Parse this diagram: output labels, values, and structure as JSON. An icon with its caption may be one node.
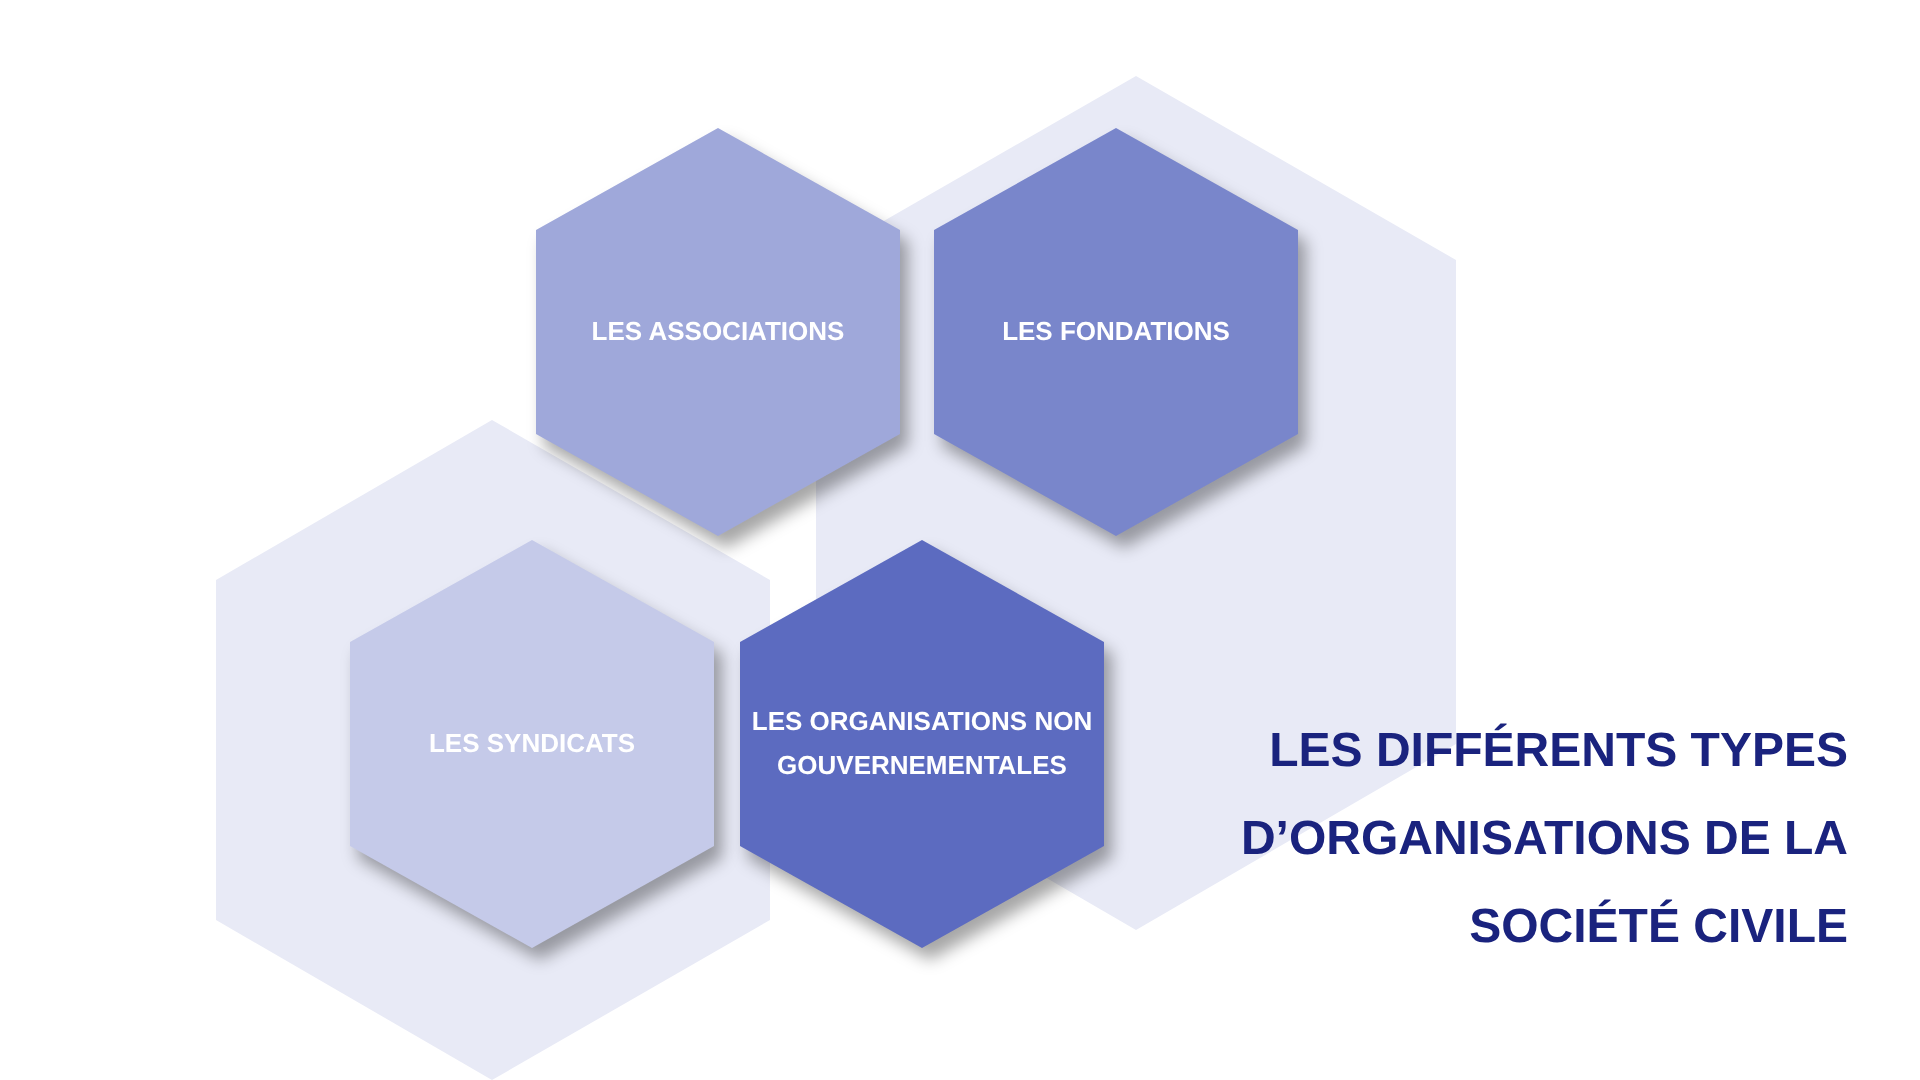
{
  "diagram": {
    "title": "LES DIFFÉRENTS TYPES D’ORGANISATIONS DE LA SOCIÉTÉ CIVILE",
    "nodes": [
      {
        "text": [
          "LES ASSOCIATIONS"
        ]
      },
      {
        "text": [
          "LES FONDATIONS"
        ]
      },
      {
        "text": [
          "LES SYNDICATS"
        ]
      },
      {
        "text": [
          "LES ORGANISATIONS NON GOUVERNEMENTALES"
        ]
      }
    ]
  }
}
